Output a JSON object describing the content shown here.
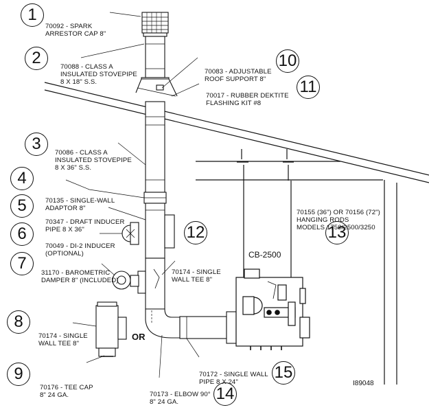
{
  "callouts": [
    {
      "number": "1",
      "lines": [
        "70092 - SPARK",
        "ARRESTOR CAP 8\""
      ]
    },
    {
      "number": "2",
      "lines": [
        "70088 - CLASS A",
        "INSULATED STOVEPIPE",
        "8 X 18\" S.S."
      ]
    },
    {
      "number": "3",
      "lines": [
        "70086 - CLASS A",
        "INSULATED STOVEPIPE",
        "8 X 36\" S.S."
      ]
    },
    {
      "number": "4",
      "lines": [
        "70135 - SINGLE-WALL",
        "ADAPTOR 8\""
      ]
    },
    {
      "number": "5",
      "lines": [
        "70347 - DRAFT INDUCER",
        "PIPE 8 X 36\""
      ]
    },
    {
      "number": "6",
      "lines": [
        "70049 - DI-2 INDUCER",
        "(OPTIONAL)"
      ]
    },
    {
      "number": "7",
      "lines": [
        "31170 - BAROMETRIC",
        "DAMPER 8\" (INCLUDED)"
      ]
    },
    {
      "number": "8",
      "lines": [
        "70174 - SINGLE",
        "WALL TEE 8\""
      ]
    },
    {
      "number": "9",
      "lines": [
        "70176 - TEE CAP",
        "8\" 24 GA."
      ]
    },
    {
      "number": "10",
      "lines": [
        "70083 - ADJUSTABLE",
        "ROOF SUPPORT 8\""
      ]
    },
    {
      "number": "11",
      "lines": [
        "70017 - RUBBER DEKTITE",
        "FLASHING KIT #8"
      ]
    },
    {
      "number": "12",
      "lines": [
        "70174 - SINGLE",
        "WALL TEE 8\""
      ]
    },
    {
      "number": "13",
      "lines": [
        "70155 (36\") OR 70156 (72\")",
        "HANGING RODS",
        "MODELS 1750/2500/3250"
      ]
    },
    {
      "number": "14",
      "lines": [
        "70173 - ELBOW 90°",
        "8\" 24 GA."
      ]
    },
    {
      "number": "15",
      "lines": [
        "70172 - SINGLE WALL",
        "PIPE 8 X 24\""
      ]
    }
  ],
  "unit_label": "CB-2500",
  "or_label": "OR",
  "drawing_id": "I89048"
}
